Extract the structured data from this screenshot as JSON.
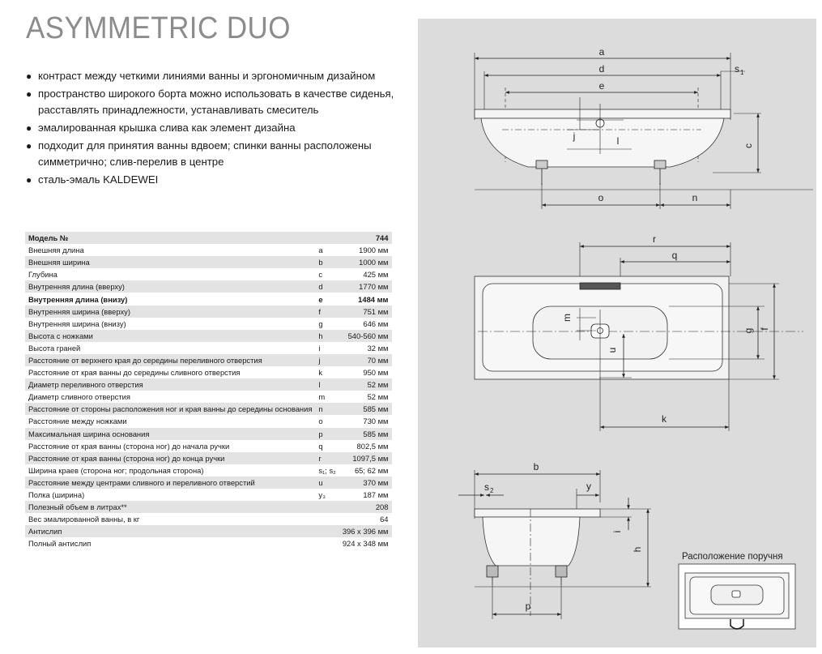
{
  "title": "ASYMMETRIC DUO",
  "bullets": [
    "контраст между четкими линиями ванны и эргономичным дизайном",
    "пространство широкого борта можно использовать в качестве сиденья, расставлять принадлежности, устанавливать смеситель",
    "эмалированная крышка слива как элемент дизайна",
    "подходит для принятия ванны вдвоем; спинки ванны расположены симметрично; слив-перелив в центре",
    "сталь-эмаль KALDEWEI"
  ],
  "table": {
    "rows": [
      {
        "label": "Модель №",
        "sym": "",
        "value": "744",
        "bold": true
      },
      {
        "label": "Внешняя длина",
        "sym": "a",
        "value": "1900 мм"
      },
      {
        "label": "Внешняя ширина",
        "sym": "b",
        "value": "1000 мм"
      },
      {
        "label": "Глубина",
        "sym": "c",
        "value": "425 мм"
      },
      {
        "label": "Внутренняя длина (вверху)",
        "sym": "d",
        "value": "1770 мм"
      },
      {
        "label": "Внутренняя длина (внизу)",
        "sym": "e",
        "value": "1484 мм",
        "bold": true
      },
      {
        "label": "Внутренняя ширина (вверху)",
        "sym": "f",
        "value": "751 мм"
      },
      {
        "label": "Внутренняя ширина (внизу)",
        "sym": "g",
        "value": "646 мм"
      },
      {
        "label": "Высота с ножками",
        "sym": "h",
        "value": "540-560 мм"
      },
      {
        "label": "Высота граней",
        "sym": "i",
        "value": "32 мм"
      },
      {
        "label": "Расстояние от верхнего края до середины переливного отверстия",
        "sym": "j",
        "value": "70 мм"
      },
      {
        "label": "Расстояние от края ванны до середины сливного отверстия",
        "sym": "k",
        "value": "950 мм"
      },
      {
        "label": "Диаметр переливного отверстия",
        "sym": "l",
        "value": "52 мм"
      },
      {
        "label": "Диаметр сливного отверстия",
        "sym": "m",
        "value": "52 мм"
      },
      {
        "label": "Расстояние от стороны расположения ног и края ванны до середины основания",
        "sym": "n",
        "value": "585 мм"
      },
      {
        "label": "Расстояние между ножками",
        "sym": "o",
        "value": "730 мм"
      },
      {
        "label": "Максимальная ширина основания",
        "sym": "p",
        "value": "585 мм"
      },
      {
        "label": "Расстояние от края ванны (сторона ног) до начала ручки",
        "sym": "q",
        "value": "802,5 мм"
      },
      {
        "label": "Расстояние от края ванны (сторона ног) до конца ручки",
        "sym": "r",
        "value": "1097,5 мм"
      },
      {
        "label": "Ширина краев (сторона ног; продольная сторона)",
        "sym": "s₁; s₂",
        "value": "65; 62 мм"
      },
      {
        "label": "Расстояние между центрами сливного и переливного отверстий",
        "sym": "u",
        "value": "370 мм"
      },
      {
        "label": "Полка (ширина)",
        "sym": "y₃",
        "value": "187 мм"
      },
      {
        "label": "Полезный объем в литрах**",
        "sym": "",
        "value": "208"
      },
      {
        "label": "Вес эмалированной ванны, в кг",
        "sym": "",
        "value": "64"
      },
      {
        "label": "Антислип",
        "sym": "",
        "value": "396 x 396 мм"
      },
      {
        "label": "Полный антислип",
        "sym": "",
        "value": "924 x 348 мм"
      }
    ]
  },
  "drawing": {
    "labels": {
      "a": "a",
      "d": "d",
      "e": "e",
      "s1": "s",
      "s1sub": "1",
      "c": "c",
      "j": "j",
      "l": "l",
      "o": "o",
      "n": "n",
      "r": "r",
      "q": "q",
      "m": "m",
      "u": "u",
      "g": "g",
      "f": "f",
      "k": "k",
      "b": "b",
      "s2": "s",
      "s2sub": "2",
      "y": "y",
      "i": "i",
      "h": "h",
      "p": "p"
    },
    "handle_caption": "Расположение поручня"
  },
  "colors": {
    "panel": "#dcdcdc",
    "stripe": "#e3e3e3",
    "title": "#8c8c8c"
  }
}
